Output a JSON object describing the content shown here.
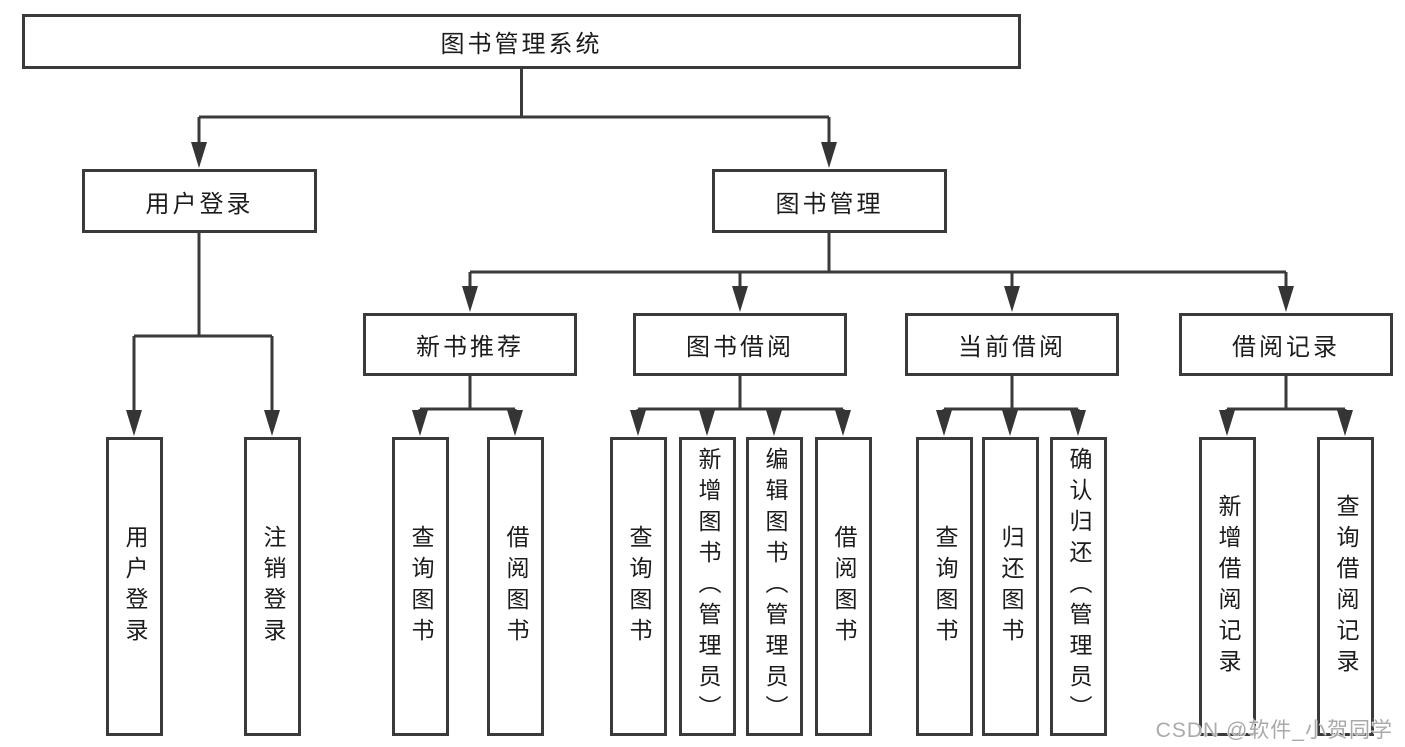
{
  "diagram_title": "图书管理系统",
  "tree": {
    "root": {
      "label": "图书管理系统"
    },
    "branches": [
      {
        "label": "用户登录",
        "leaves": [
          {
            "label": "用户登录"
          },
          {
            "label": "注销登录"
          }
        ]
      },
      {
        "label": "图书管理",
        "children": [
          {
            "label": "新书推荐",
            "leaves": [
              {
                "label": "查询图书"
              },
              {
                "label": "借阅图书"
              }
            ]
          },
          {
            "label": "图书借阅",
            "leaves": [
              {
                "label": "查询图书"
              },
              {
                "label": "新增图书（管理员）"
              },
              {
                "label": "编辑图书（管理员）"
              },
              {
                "label": "借阅图书"
              }
            ]
          },
          {
            "label": "当前借阅",
            "leaves": [
              {
                "label": "查询图书"
              },
              {
                "label": "归还图书"
              },
              {
                "label": "确认归还（管理员）"
              }
            ]
          },
          {
            "label": "借阅记录",
            "leaves": [
              {
                "label": "新增借阅记录"
              },
              {
                "label": "查询借阅记录"
              }
            ]
          }
        ]
      }
    ]
  },
  "watermark": {
    "text": "CSDN @软件_小贺同学"
  },
  "colors": {
    "line": "#3a3a3a",
    "box_border": "#3a3a3a",
    "text": "#1c1c1c",
    "watermark": "#a5a5a5",
    "background": "#ffffff"
  }
}
